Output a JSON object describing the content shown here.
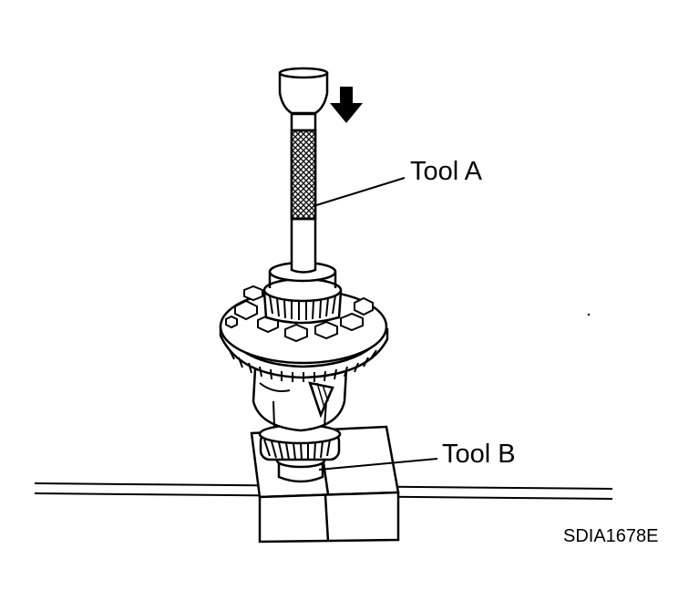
{
  "labels": {
    "tool_a": "Tool A",
    "tool_b": "Tool B",
    "figure_code": "SDIA1678E"
  },
  "colors": {
    "ink": "#000000",
    "paper": "#ffffff"
  },
  "icons": {
    "direction": "down-arrow-icon"
  }
}
